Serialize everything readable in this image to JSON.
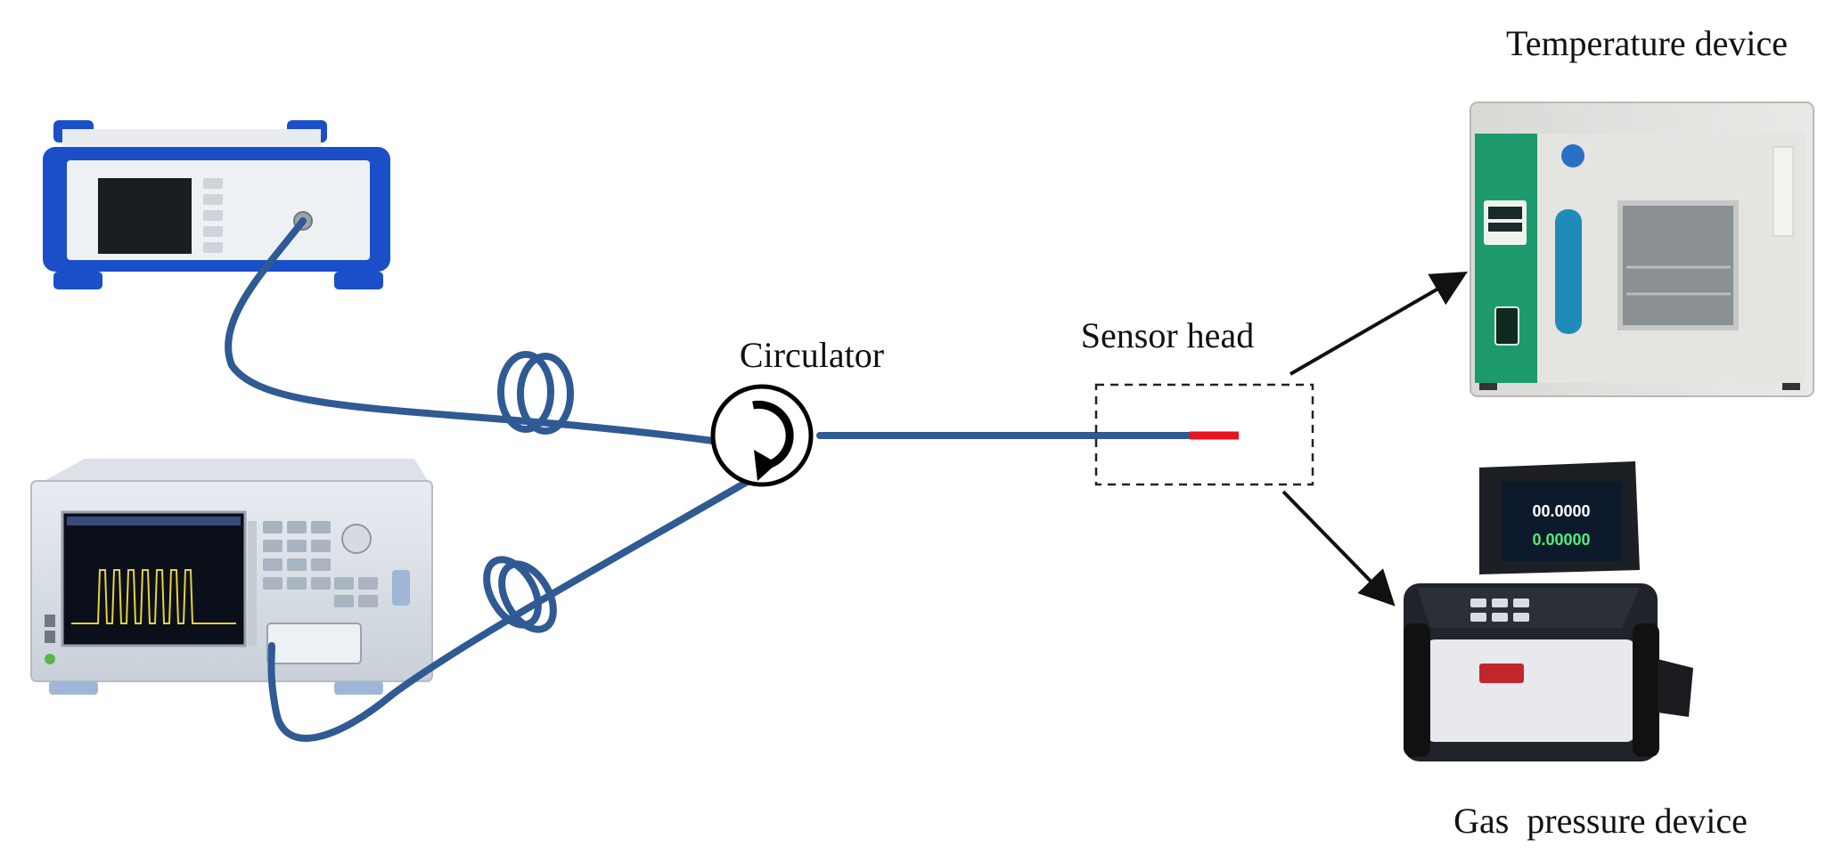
{
  "labels": {
    "circulator": "Circulator",
    "sensor_head": "Sensor head",
    "temperature_device": "Temperature device",
    "gas_pressure_device": "Gas  pressure device"
  },
  "displays": {
    "pressure_main": "00.0000",
    "pressure_secondary": "0.00000"
  },
  "colors": {
    "fiber": "#2f5a93",
    "sensor_tip": "#e8141e",
    "arrow": "#111111",
    "oven_panel": "#1d9a6c",
    "light_source_frame": "#1a4fc9"
  }
}
